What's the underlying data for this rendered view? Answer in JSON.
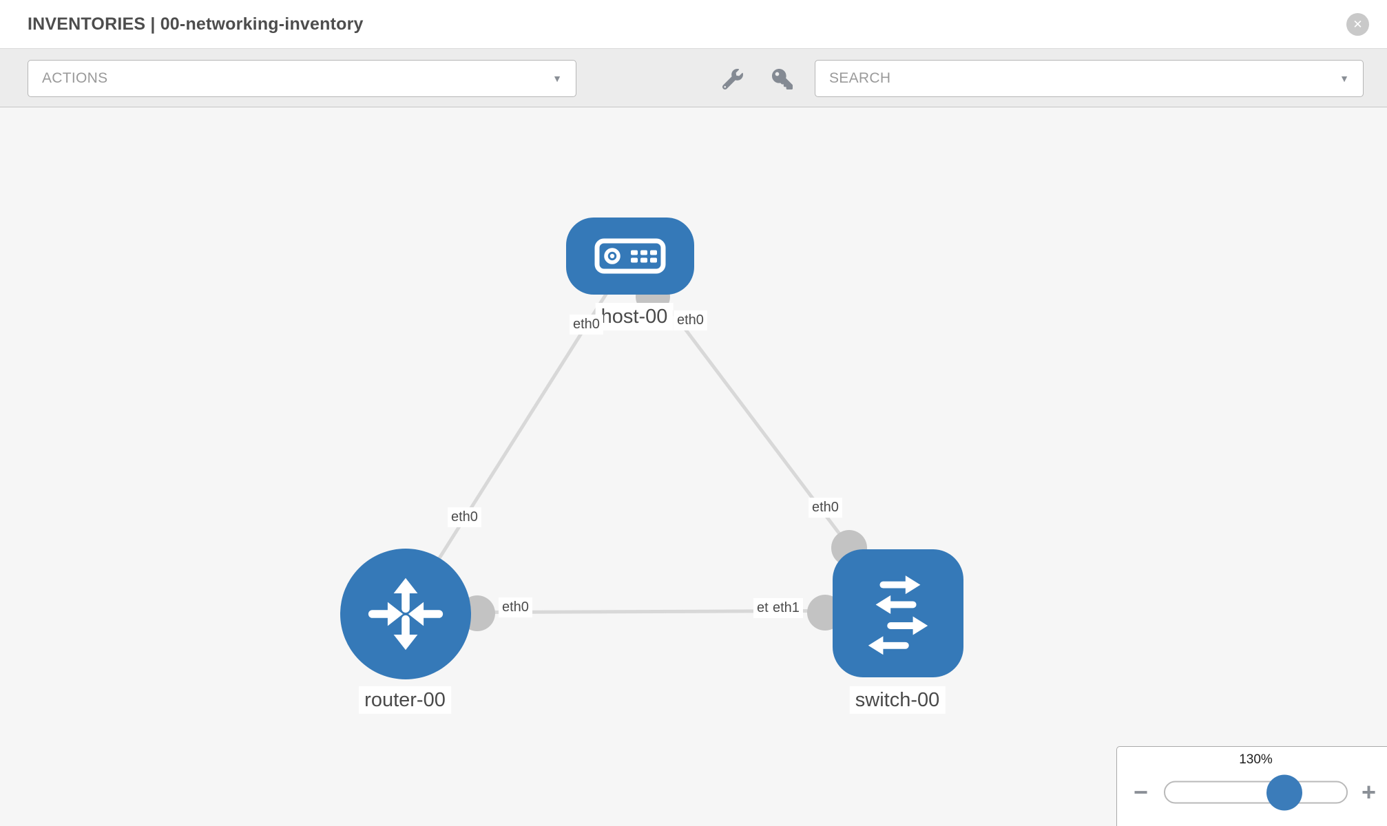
{
  "header": {
    "title": "INVENTORIES | 00-networking-inventory"
  },
  "toolbar": {
    "actions_label": "ACTIONS",
    "search_placeholder": "SEARCH"
  },
  "icons": {
    "close_glyph": "✕",
    "caret_glyph": "▼",
    "minus_glyph": "−",
    "plus_glyph": "+"
  },
  "topology": {
    "nodes": [
      {
        "id": "host-00",
        "type": "host",
        "label": "host-00"
      },
      {
        "id": "router-00",
        "type": "router",
        "label": "router-00"
      },
      {
        "id": "switch-00",
        "type": "switch",
        "label": "switch-00"
      }
    ],
    "links": [
      {
        "from": "host-00",
        "from_if": "eth0",
        "to": "router-00",
        "to_if": "eth0"
      },
      {
        "from": "host-00",
        "from_if": "eth0",
        "to": "switch-00",
        "to_if": "eth0"
      },
      {
        "from": "router-00",
        "from_if": "eth0",
        "to": "switch-00",
        "to_if": "eth1",
        "to_if_back": "eth1"
      }
    ]
  },
  "zoom_control": {
    "value": "130%"
  }
}
